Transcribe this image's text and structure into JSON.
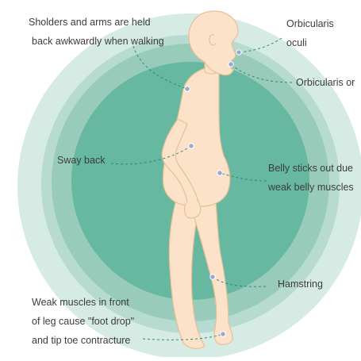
{
  "colors": {
    "ring_outer": "#d7ebe5",
    "ring_second": "#b7dbd0",
    "ring_third": "#99cbbb",
    "ring_inner": "#66b8a0",
    "body_fill": "#fbe2c8",
    "body_stroke": "#e7bf98",
    "marker": "#9aa7cf",
    "leader": "#2f8a75",
    "text": "#3c3c3c"
  },
  "labels": {
    "shoulders": [
      "Sholders and arms are held",
      "back awkwardly when walking"
    ],
    "orbicularis_oculi": [
      "Orbicularis",
      "oculi"
    ],
    "orbicularis_oris": "Orbicularis or",
    "sway_back": "Sway back",
    "belly": [
      "Belly sticks out due",
      "weak belly muscles"
    ],
    "hamstring": "Hamstring",
    "foot_drop": [
      "Weak muscles in front",
      "of leg cause \"foot drop\"",
      "and tip toe contracture"
    ]
  }
}
